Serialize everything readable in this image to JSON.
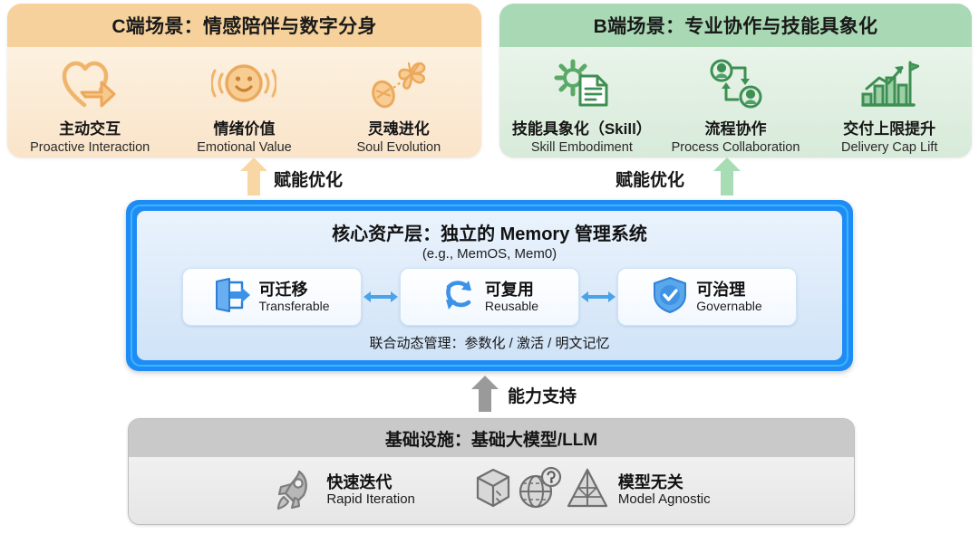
{
  "panels": {
    "consumer": {
      "title": "C端场景：情感陪伴与数字分身",
      "accent": "#f6d19b",
      "features": [
        {
          "icon": "heart-share-icon",
          "cn": "主动交互",
          "en": "Proactive Interaction"
        },
        {
          "icon": "smiley-face-icon",
          "cn": "情绪价值",
          "en": "Emotional Value"
        },
        {
          "icon": "butterfly-cocoon-icon",
          "cn": "灵魂进化",
          "en": "Soul Evolution"
        }
      ]
    },
    "business": {
      "title": "B端场景：专业协作与技能具象化",
      "accent": "#a9d9b4",
      "features": [
        {
          "icon": "gear-document-icon",
          "cn": "技能具象化（Skill）",
          "en": "Skill Embodiment"
        },
        {
          "icon": "two-persons-cycle-icon",
          "cn": "流程协作",
          "en": "Process Collaboration"
        },
        {
          "icon": "bar-chart-flag-icon",
          "cn": "交付上限提升",
          "en": "Delivery Cap Lift"
        }
      ]
    }
  },
  "arrows": {
    "left_enable": {
      "label": "赋能优化",
      "color": "#f8d7a4",
      "icon": "arrow-up-icon"
    },
    "right_enable": {
      "label": "赋能优化",
      "color": "#a8dcb5",
      "icon": "arrow-up-icon"
    },
    "support": {
      "label": "能力支持",
      "color": "#9a9a9a",
      "icon": "arrow-up-icon"
    }
  },
  "memory_layer": {
    "title": "核心资产层：独立的 Memory 管理系统",
    "subtitle": "(e.g., MemOS, Mem0)",
    "footnote": "联合动态管理：参数化 / 激活 / 明文记忆",
    "border_color": "#1f8cf5",
    "cards": [
      {
        "icon": "open-door-exit-icon",
        "cn": "可迁移",
        "en": "Transferable"
      },
      {
        "icon": "refresh-cycle-icon",
        "cn": "可复用",
        "en": "Reusable"
      },
      {
        "icon": "shield-check-icon",
        "cn": "可治理",
        "en": "Governable"
      }
    ],
    "connector_icon": "double-arrow-horizontal-icon"
  },
  "llm_layer": {
    "title": "基础设施：基础大模型/LLM",
    "items": [
      {
        "icon": "rocket-icon",
        "cn": "快速迭代",
        "en": "Rapid Iteration"
      },
      {
        "icons": [
          "cube-icon",
          "globe-question-icon",
          "pyramid-icon"
        ],
        "cn": "模型无关",
        "en": "Model Agnostic"
      }
    ]
  }
}
